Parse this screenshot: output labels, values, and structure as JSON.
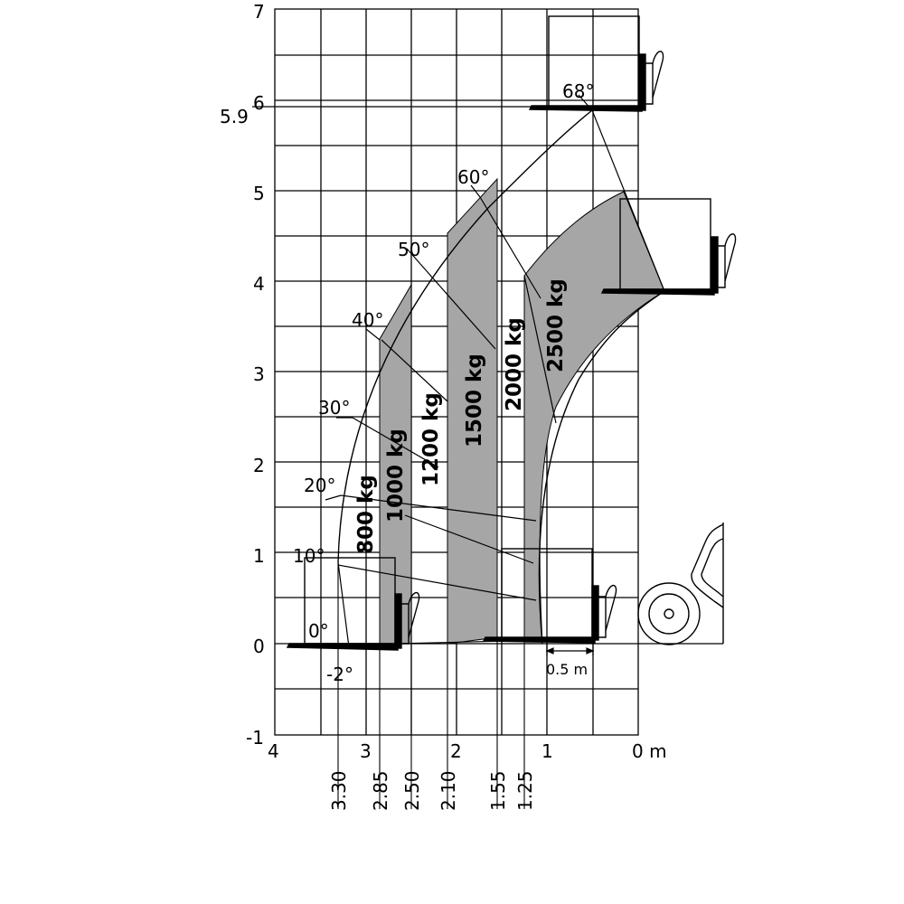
{
  "chart_data": {
    "type": "load_chart",
    "x_ticks": [
      "4",
      "3",
      "2",
      "1",
      "0 m"
    ],
    "y_ticks": [
      "7",
      "6",
      "5",
      "4",
      "3",
      "2",
      "1",
      "0",
      "-1"
    ],
    "y_marker": "5.9",
    "reach_ticks": [
      "3.30",
      "2.85",
      "2.50",
      "2.10",
      "1.55",
      "1.25"
    ],
    "angles": [
      "68°",
      "60°",
      "50°",
      "40°",
      "30°",
      "20°",
      "10°",
      "0°",
      "-2°"
    ],
    "zones": [
      {
        "label": "800 kg",
        "x_from": 3.3,
        "x_to": 2.85,
        "shaded": false
      },
      {
        "label": "1000 kg",
        "x_from": 2.85,
        "x_to": 2.5,
        "shaded": true
      },
      {
        "label": "1200 kg",
        "x_from": 2.5,
        "x_to": 2.1,
        "shaded": false
      },
      {
        "label": "1500 kg",
        "x_from": 2.1,
        "x_to": 1.55,
        "shaded": true
      },
      {
        "label": "2000 kg",
        "x_from": 1.55,
        "x_to": 1.25,
        "shaded": false
      },
      {
        "label": "2500 kg",
        "x_from": 1.25,
        "x_to": 0,
        "shaded": true
      }
    ],
    "scale_label": "0.5 m",
    "max_height": 5.9,
    "xlim": [
      4,
      0
    ],
    "ylim": [
      -1,
      7
    ]
  }
}
